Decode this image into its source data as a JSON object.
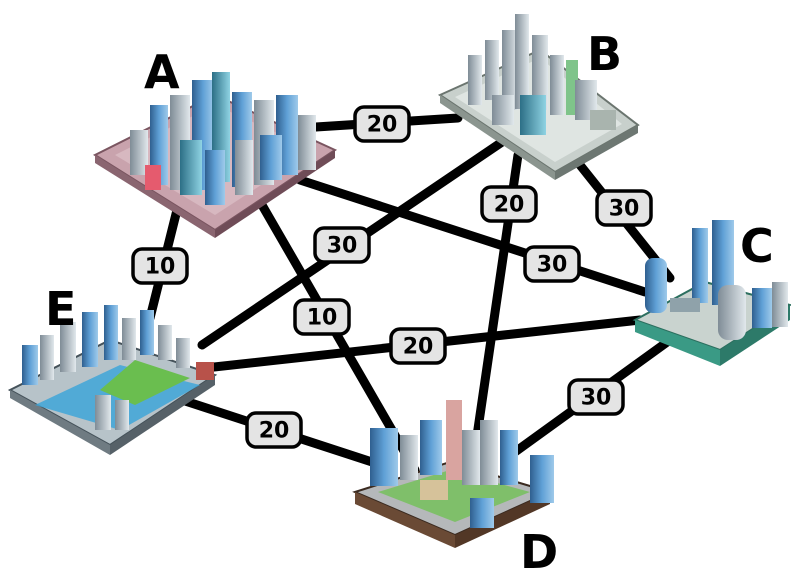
{
  "graph": {
    "nodes": [
      {
        "id": "A",
        "label": "A"
      },
      {
        "id": "B",
        "label": "B"
      },
      {
        "id": "C",
        "label": "C"
      },
      {
        "id": "D",
        "label": "D"
      },
      {
        "id": "E",
        "label": "E"
      }
    ],
    "edges": [
      {
        "from": "A",
        "to": "B",
        "weight": "20"
      },
      {
        "from": "A",
        "to": "E",
        "weight": "10"
      },
      {
        "from": "A",
        "to": "D",
        "weight": "10"
      },
      {
        "from": "A",
        "to": "C",
        "weight": "30"
      },
      {
        "from": "B",
        "to": "E",
        "weight": "30"
      },
      {
        "from": "B",
        "to": "D",
        "weight": "20"
      },
      {
        "from": "B",
        "to": "C",
        "weight": "30"
      },
      {
        "from": "E",
        "to": "C",
        "weight": "20"
      },
      {
        "from": "E",
        "to": "D",
        "weight": "20"
      },
      {
        "from": "C",
        "to": "D",
        "weight": "30"
      }
    ]
  },
  "colors": {
    "edge": "#000000",
    "label_fill": "#e4e4e4",
    "city_a_base": "#c9a3ad",
    "city_b_base": "#c8d0cc",
    "city_c_base": "#3a9a85",
    "city_d_base": "#6a4a35",
    "city_e_water": "#3fa6d8",
    "building_blue": "#4d8fc9",
    "building_grey": "#b9c6cf"
  }
}
